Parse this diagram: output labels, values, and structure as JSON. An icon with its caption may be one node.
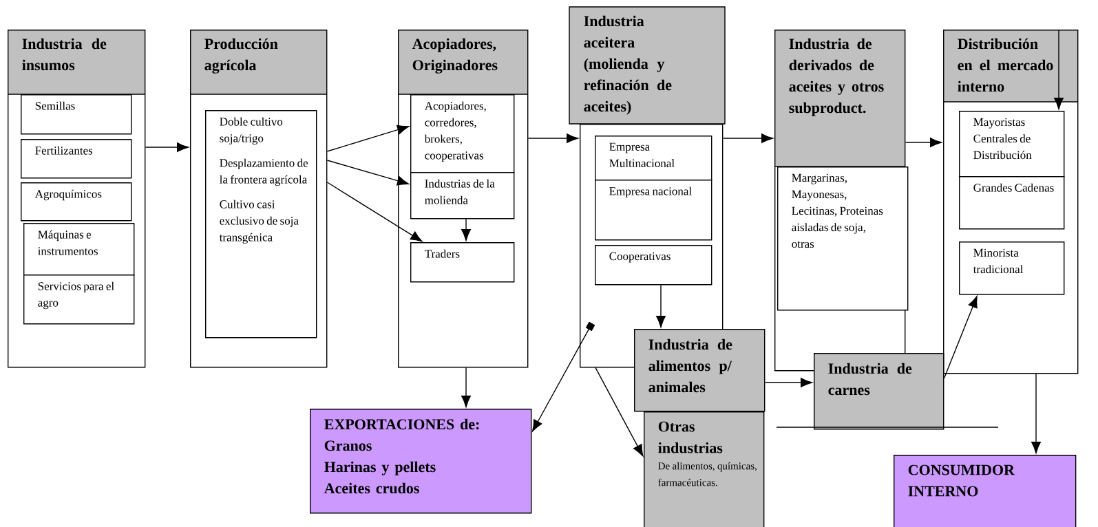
{
  "diagram": {
    "nodes": [
      {
        "text": [
          "Industria de insumos"
        ]
      },
      {
        "text": [
          "Semillas"
        ],
        "in": 0
      },
      {
        "text": [
          "Fertilizantes"
        ],
        "in": 0
      },
      {
        "text": [
          "Agroquímicos"
        ],
        "in": 0
      },
      {
        "text": [
          "Máquinas e instrumentos"
        ],
        "in": 0
      },
      {
        "text": [
          "Servicios para el agro"
        ],
        "in": 0
      },
      {
        "text": [
          "Producción agrícola"
        ]
      },
      {
        "text": [
          "Doble cultivo soja/trigo",
          "Desplazamiento de la frontera agrícola",
          "Cultivo casi exclusivo de soja transgénica"
        ],
        "in": 6
      },
      {
        "text": [
          "Acopiadores, Originadores"
        ]
      },
      {
        "text": [
          "Acopiadores, corredores, brokers, cooperativas"
        ],
        "in": 8
      },
      {
        "text": [
          "Industrias de la molienda"
        ],
        "in": 8
      },
      {
        "text": [
          "Traders"
        ],
        "in": 8
      },
      {
        "text": [
          "Industria aceitera (molienda y refinación de aceites)"
        ]
      },
      {
        "text": [
          "Empresa Multinacional"
        ],
        "in": 12
      },
      {
        "text": [
          "Empresa nacional"
        ],
        "in": 12
      },
      {
        "text": [
          "Cooperativas"
        ],
        "in": 12
      },
      {
        "text": [
          "Industria de derivados de aceites y otros subproduct."
        ]
      },
      {
        "text": [
          "Margarinas, Mayonesas, Lecitinas, Proteinas aisladas de soja, otras"
        ],
        "in": 16
      },
      {
        "text": [
          "Distribución en el mercado interno"
        ]
      },
      {
        "text": [
          "Mayoristas Centrales de Distribución"
        ],
        "in": 18
      },
      {
        "text": [
          "Grandes Cadenas"
        ],
        "in": 18
      },
      {
        "text": [
          "Minorista tradicional"
        ],
        "in": 18
      },
      {
        "text": [
          "Industria de alimentos p/ animales"
        ]
      },
      {
        "text": [
          "Otras industrias",
          "De alimentos, químicas, farmacéuticas."
        ]
      },
      {
        "text": [
          "Industria de carnes"
        ]
      },
      {
        "text": [
          "EXPORTACIONES de:",
          "Granos",
          "Harinas y pellets",
          "Aceites crudos"
        ]
      },
      {
        "text": [
          "CONSUMIDOR INTERNO"
        ]
      }
    ],
    "edges": [
      {
        "from": 0,
        "to": 6,
        "arrow": "to"
      },
      {
        "from": 6,
        "to": 9,
        "arrow": "to"
      },
      {
        "from": 6,
        "to": 10,
        "arrow": "to"
      },
      {
        "from": 6,
        "to": 11,
        "arrow": "to"
      },
      {
        "from": 10,
        "to": 11,
        "arrow": "to"
      },
      {
        "from": 8,
        "to": 12,
        "arrow": "to"
      },
      {
        "from": 12,
        "to": 16,
        "arrow": "to"
      },
      {
        "from": 16,
        "to": 18,
        "arrow": "to"
      },
      {
        "from": 18,
        "to": 19,
        "arrow": "to"
      },
      {
        "from": 8,
        "to": 25,
        "arrow": "to"
      },
      {
        "from": 12,
        "to": 25,
        "arrow": "to"
      },
      {
        "from": 15,
        "to": 22,
        "arrow": "to"
      },
      {
        "from": 12,
        "to": 23,
        "arrow": "to"
      },
      {
        "from": 22,
        "to": 24,
        "arrow": "to"
      },
      {
        "from": 24,
        "to": 21,
        "arrow": "to"
      },
      {
        "from": 18,
        "to": 26,
        "arrow": "to"
      }
    ]
  }
}
